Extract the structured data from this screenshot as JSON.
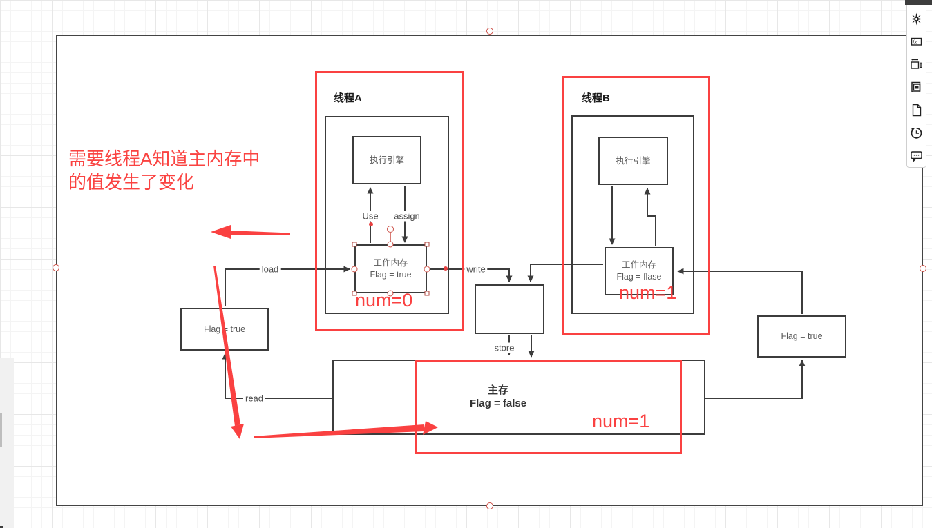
{
  "annotation": {
    "line1": "需要线程A知道主内存中",
    "line2": "的值发生了变化"
  },
  "thread_a": {
    "title": "线程A",
    "engine_label": "执行引擎",
    "memory_line1": "工作内存",
    "memory_line2": "Flag = true",
    "num_label": "num=0",
    "use_label": "Use",
    "assign_label": "assign"
  },
  "thread_b": {
    "title": "线程B",
    "engine_label": "执行引擎",
    "memory_line1": "工作内存",
    "memory_line2": "Flag = flase",
    "num_label": "num=1"
  },
  "main_memory": {
    "title": "主存",
    "value": "Flag = false",
    "num_label": "num=1"
  },
  "flag_boxes": {
    "left": "Flag = true",
    "right": "Flag = true"
  },
  "edge_labels": {
    "load": "load",
    "read": "read",
    "write": "write",
    "store": "store"
  },
  "toolbar": {
    "icons": [
      "compass-icon",
      "formula-icon",
      "resize-dimensions-icon",
      "copy-icon",
      "new-page-icon",
      "history-icon",
      "comment-icon"
    ]
  },
  "colors": {
    "accent_red": "#fa4141",
    "stroke": "#3c3c3c",
    "handle_red": "#cc4f46"
  }
}
